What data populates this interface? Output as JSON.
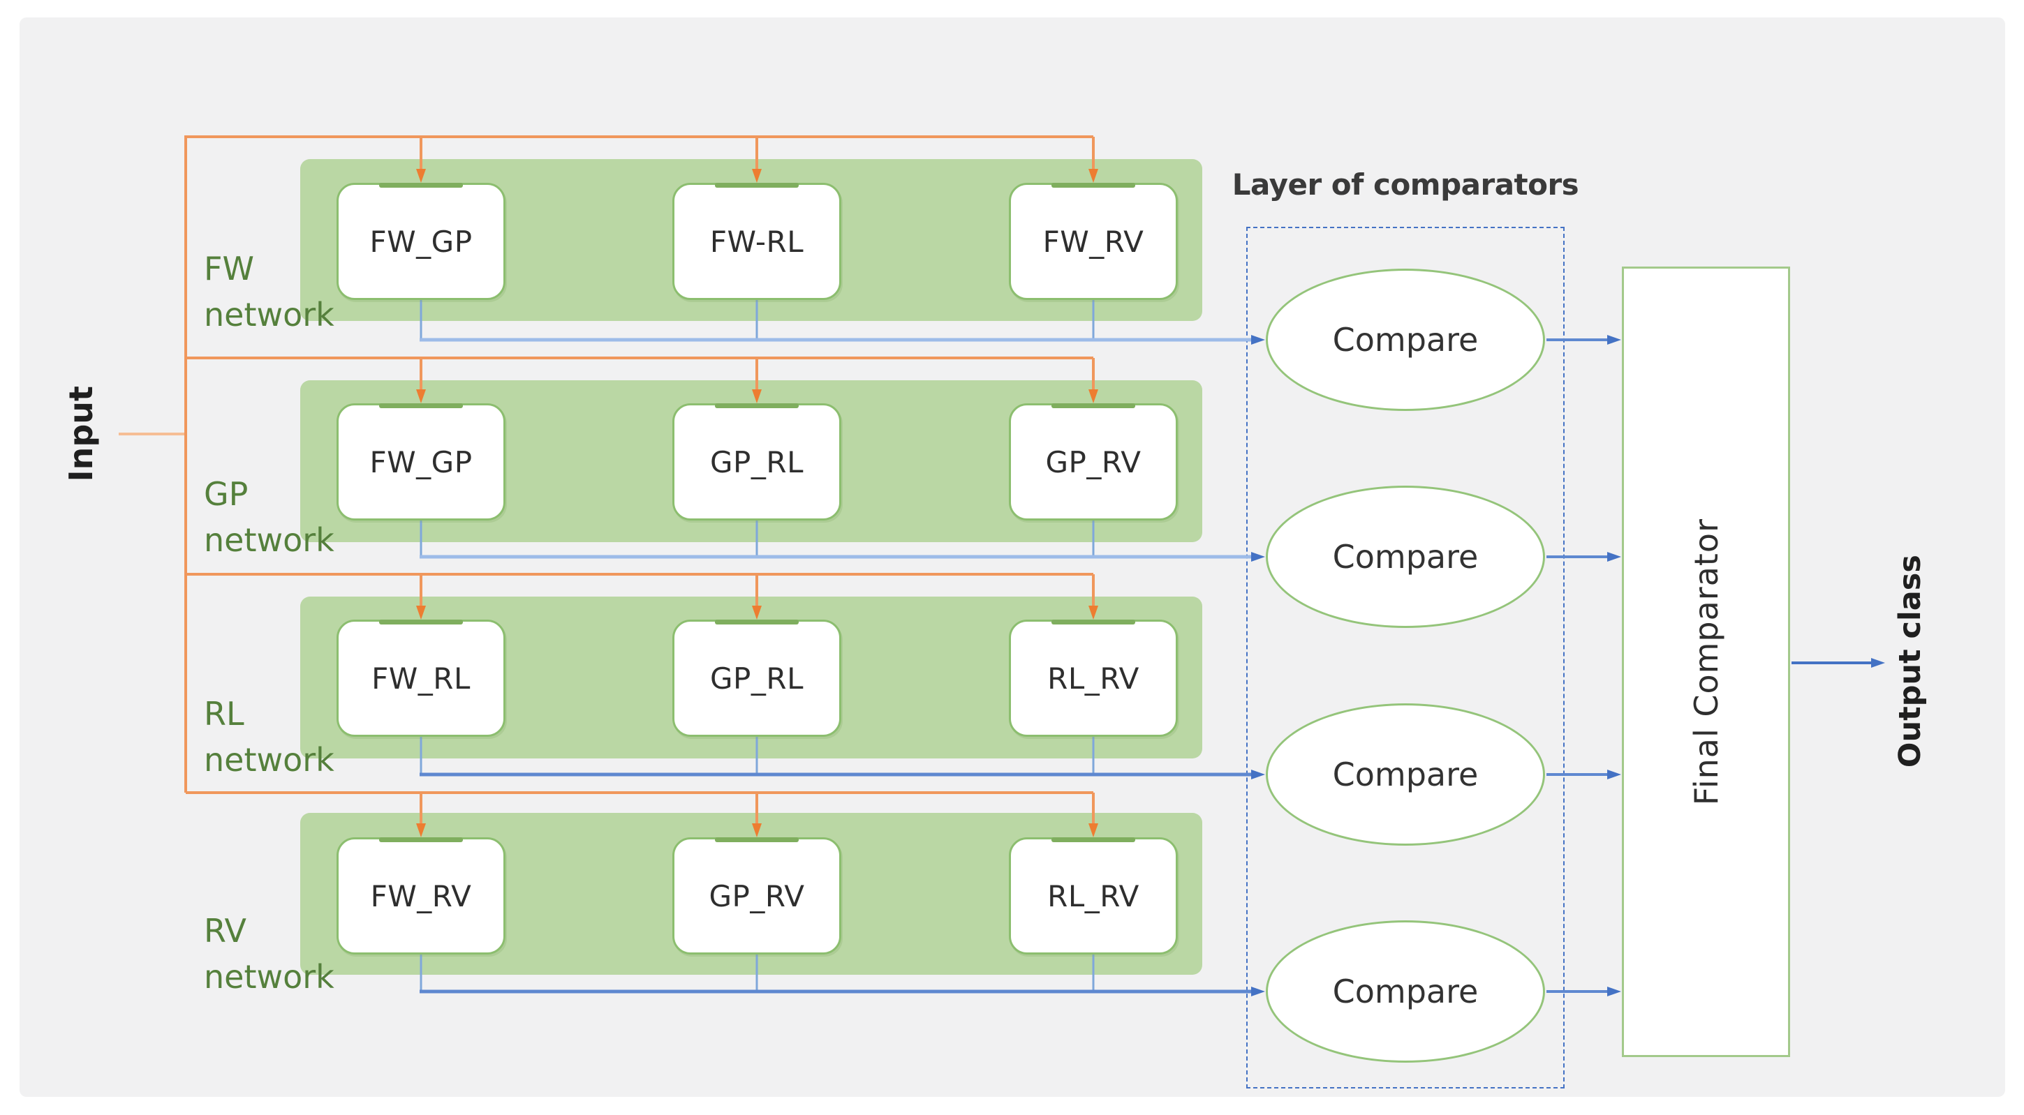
{
  "io": {
    "input": "Input",
    "output": "Output class"
  },
  "networks": [
    {
      "id": "fw",
      "label_lines": [
        "FW",
        "network"
      ],
      "boxes": [
        "FW_GP",
        "FW-RL",
        "FW_RV"
      ]
    },
    {
      "id": "gp",
      "label_lines": [
        "GP",
        "network"
      ],
      "boxes": [
        "FW_GP",
        "GP_RL",
        "GP_RV"
      ]
    },
    {
      "id": "rl",
      "label_lines": [
        "RL",
        "network"
      ],
      "boxes": [
        "FW_RL",
        "GP_RL",
        "RL_RV"
      ]
    },
    {
      "id": "rv",
      "label_lines": [
        "RV",
        "network"
      ],
      "boxes": [
        "FW_RV",
        "GP_RV",
        "RL_RV"
      ]
    }
  ],
  "comparators": {
    "title": "Layer of comparators",
    "items": [
      {
        "label": "Compare"
      },
      {
        "label": "Compare"
      },
      {
        "label": "Compare"
      },
      {
        "label": "Compare"
      }
    ]
  },
  "final_comparator": {
    "label": "Final Comparator"
  },
  "colors": {
    "background": "#F1F1F2",
    "band_green": "#BAD7A4",
    "box_border_green": "#8CBE6F",
    "ellipse_border_green": "#94C47A",
    "network_label_green": "#55803C",
    "orange_line": "#F0975C",
    "orange_arrow": "#ED7D31",
    "input_line": "#F6BE95",
    "blue_light": "#9DBBE8",
    "blue_medium": "#5E88D0",
    "blue_dark": "#4472C4",
    "dashed_border_blue": "#4472C4",
    "text_dark": "#2E2E2E"
  }
}
